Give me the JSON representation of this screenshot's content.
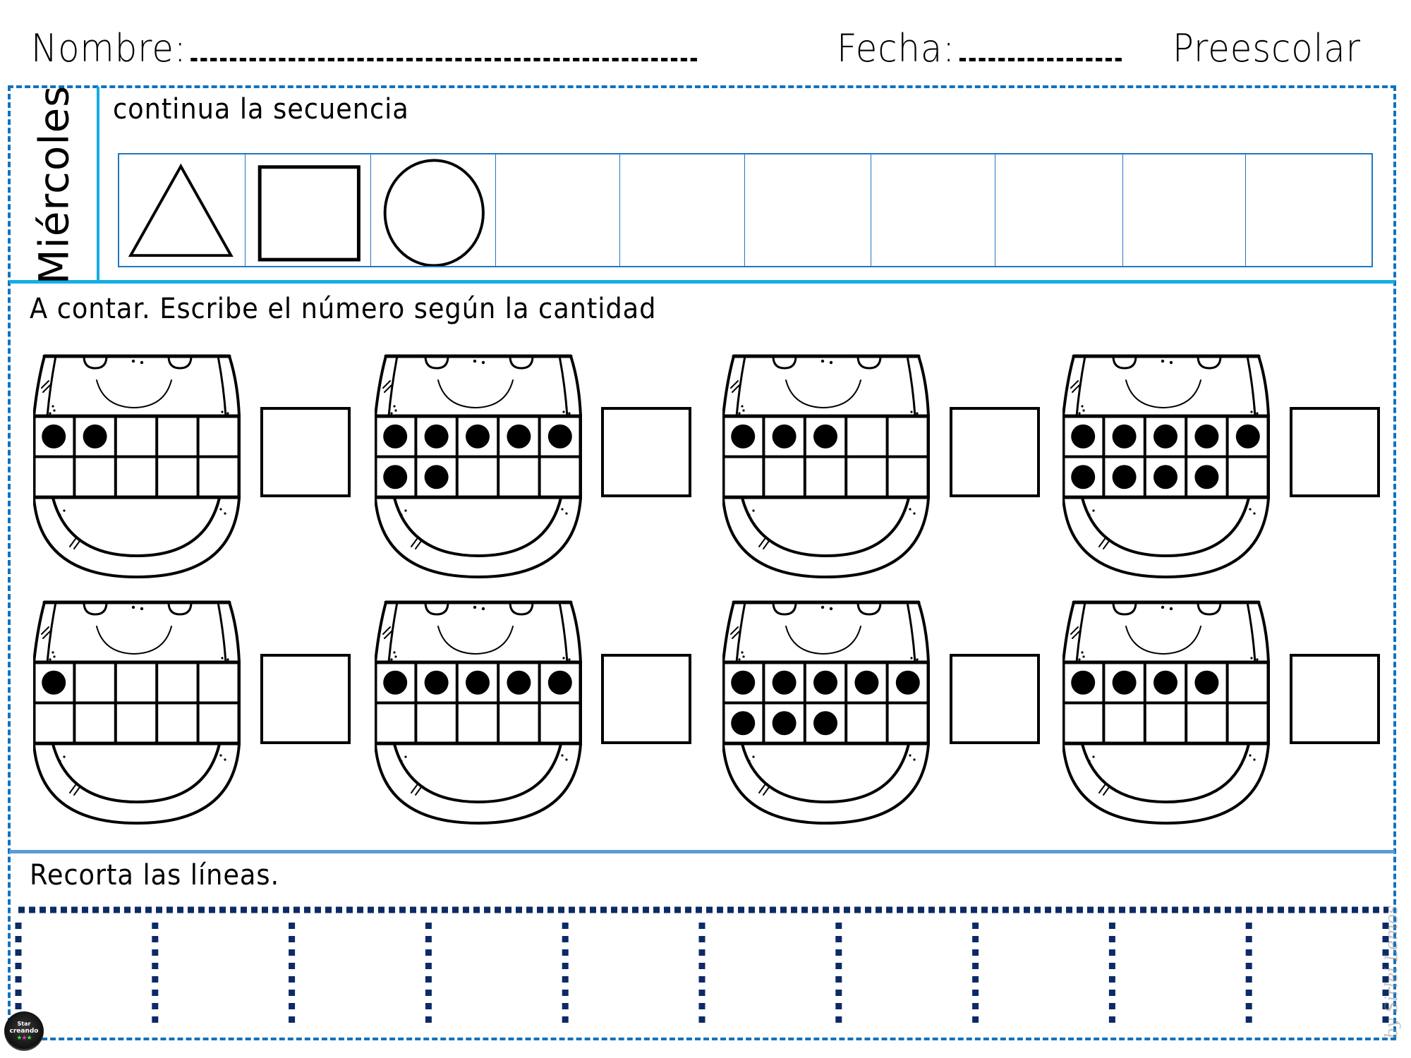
{
  "header": {
    "name_label": "Nombre:",
    "date_label": "Fecha:",
    "level": "Preescolar"
  },
  "day": "Miércoles",
  "sequence": {
    "title": "continua la secuencia",
    "shapes": [
      "triangle",
      "square",
      "circle",
      "",
      "",
      "",
      "",
      "",
      "",
      ""
    ]
  },
  "counting": {
    "title": "A contar. Escribe el número según la cantidad",
    "items": [
      {
        "dots": 2
      },
      {
        "dots": 7
      },
      {
        "dots": 3
      },
      {
        "dots": 9
      },
      {
        "dots": 1
      },
      {
        "dots": 5
      },
      {
        "dots": 8
      },
      {
        "dots": 4
      }
    ]
  },
  "cutting": {
    "title": "Recorta las líneas.",
    "columns": 10
  },
  "logo": {
    "line1": "Star",
    "line2": "creando",
    "stars": "★★★"
  },
  "watermark": "by Sirlei Lemos",
  "colors": {
    "frame": "#1272bd",
    "divider": "#13aee6",
    "divider_bottom": "#5b9bd5",
    "grid": "#1f78c1",
    "cut_line": "#0c2a66",
    "star_green": "#39e639",
    "star_pink": "#ff2bb5"
  }
}
